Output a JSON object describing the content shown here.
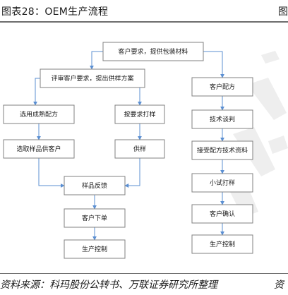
{
  "header": {
    "title": "图表28：OEM生产流程",
    "right_text": "图"
  },
  "footer": {
    "source": "资料来源：科玛股份公转书、万联证券研究所整理",
    "right_text": "资"
  },
  "diagram": {
    "nodes": [
      {
        "id": "top",
        "label": "客户要求，提供包装材料"
      },
      {
        "id": "review",
        "label": "评审客户要求，提出供样方案"
      },
      {
        "id": "mature",
        "label": "选用成熟配方"
      },
      {
        "id": "pick",
        "label": "选取样品供客户"
      },
      {
        "id": "byreq",
        "label": "按要求打样"
      },
      {
        "id": "supply",
        "label": "供样"
      },
      {
        "id": "feedback",
        "label": "样品反馈"
      },
      {
        "id": "order",
        "label": "客户下单"
      },
      {
        "id": "prodL",
        "label": "生产控制"
      },
      {
        "id": "formula",
        "label": "客户配方"
      },
      {
        "id": "talk",
        "label": "技术谈判"
      },
      {
        "id": "accept",
        "label": "接受配方技术资料"
      },
      {
        "id": "trial",
        "label": "小试打样"
      },
      {
        "id": "confirm",
        "label": "客户确认"
      },
      {
        "id": "prodR",
        "label": "生产控制"
      }
    ],
    "edges": [
      {
        "from": "top",
        "to": "review"
      },
      {
        "from": "top",
        "to": "formula"
      },
      {
        "from": "review",
        "to": "mature"
      },
      {
        "from": "review",
        "to": "byreq"
      },
      {
        "from": "mature",
        "to": "pick"
      },
      {
        "from": "byreq",
        "to": "supply"
      },
      {
        "from": "pick",
        "to": "feedback"
      },
      {
        "from": "supply",
        "to": "feedback"
      },
      {
        "from": "feedback",
        "to": "order"
      },
      {
        "from": "order",
        "to": "prodL"
      },
      {
        "from": "formula",
        "to": "talk"
      },
      {
        "from": "talk",
        "to": "accept"
      },
      {
        "from": "accept",
        "to": "trial"
      },
      {
        "from": "trial",
        "to": "confirm"
      },
      {
        "from": "confirm",
        "to": "prodR"
      }
    ],
    "colors": {
      "edge": "#5b8fd2",
      "box_border": "#808080"
    }
  }
}
